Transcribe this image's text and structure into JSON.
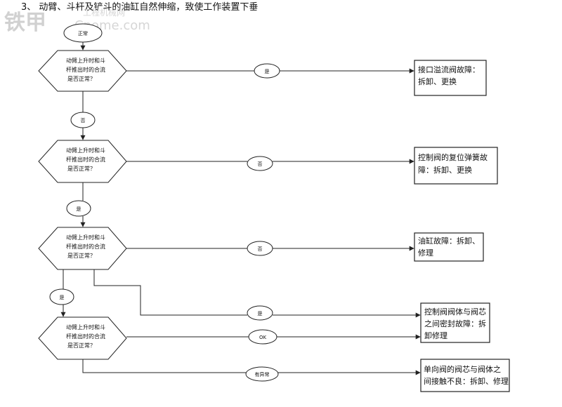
{
  "title": "3、  动臂、斗杆及铲斗的油缸自然伸缩，致使工作装置下垂",
  "watermark": {
    "brand": "铁甲",
    "site_cn": "工程机械网",
    "site_en": "Cnome.com"
  },
  "start_label": "正常",
  "decisions": [
    {
      "lines": [
        "动臂上升时和斗",
        "杆推出时的合流",
        "是否正常？"
      ]
    },
    {
      "lines": [
        "动臂上升时和斗",
        "杆推出时的合流",
        "是否正常？"
      ]
    },
    {
      "lines": [
        "动臂上升时和斗",
        "杆推出时的合流",
        "是否正常？"
      ]
    },
    {
      "lines": [
        "动臂上升时和斗",
        "杆推出时的合流",
        "是否正常？"
      ]
    }
  ],
  "branch_labels": [
    "是",
    "否",
    "否",
    "是",
    "OK",
    "有异常"
  ],
  "down_labels": [
    "否",
    "是",
    "是"
  ],
  "results": [
    {
      "lines": [
        "接口溢流阀故障：",
        "拆卸、更换"
      ]
    },
    {
      "lines": [
        "控制阀的复位弹簧故",
        "障：拆卸、更换"
      ]
    },
    {
      "lines": [
        "油缸故障：拆卸、",
        "修理"
      ]
    },
    {
      "lines": [
        "控制阀阀体与阀芯",
        "之间密封故障：拆",
        "卸修理"
      ]
    },
    {
      "lines": [
        "单向阀的阀芯与阀体之",
        "间接触不良：拆卸、修理"
      ]
    }
  ]
}
